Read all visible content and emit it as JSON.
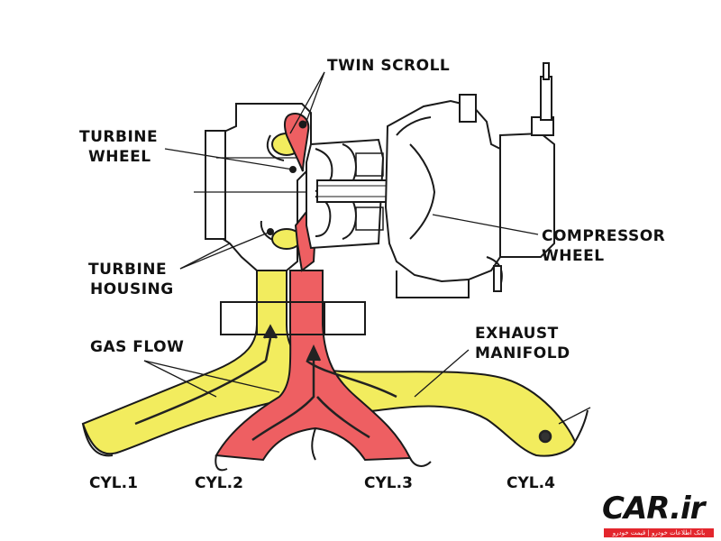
{
  "labels": {
    "twin_scroll": "TWIN SCROLL",
    "turbine_wheel_1": "TURBINE",
    "turbine_wheel_2": "WHEEL",
    "turbine_housing_1": "TURBINE",
    "turbine_housing_2": "HOUSING",
    "compressor_wheel_1": "COMPRESSOR",
    "compressor_wheel_2": "WHEEL",
    "exhaust_manifold_1": "EXHAUST",
    "exhaust_manifold_2": "MANIFOLD",
    "gas_flow": "GAS FLOW"
  },
  "cylinders": [
    "CYL.1",
    "CYL.2",
    "CYL.3",
    "CYL.4"
  ],
  "logo": {
    "text": "CAR.ir",
    "tagline": "بانک اطلاعات خودرو | قیمت خودرو"
  },
  "colors": {
    "scroll_yellow": "#f2ec5e",
    "scroll_red": "#ee5f62",
    "line": "#1a1a1a",
    "logo_red": "#e3262d"
  }
}
